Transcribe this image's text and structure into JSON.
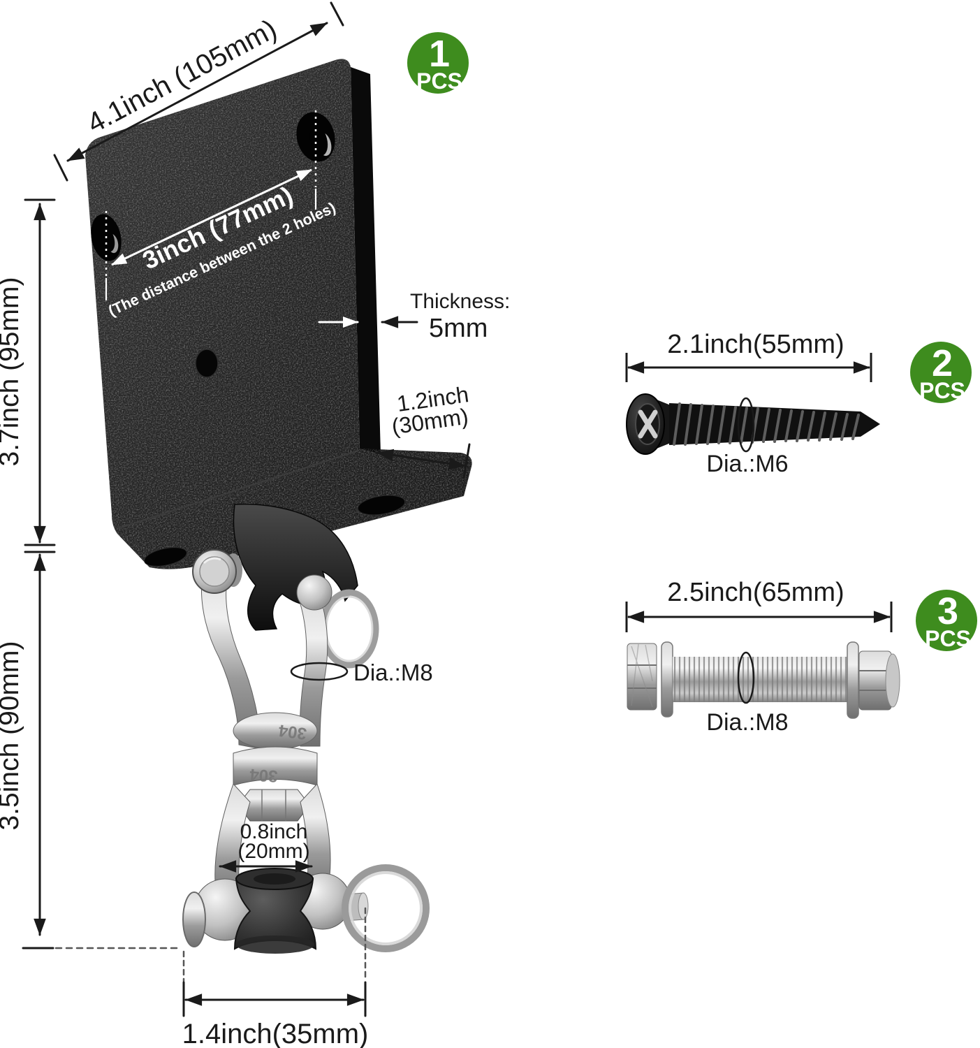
{
  "badges": {
    "bracket": {
      "count": "1",
      "unit": "PCS"
    },
    "screw": {
      "count": "2",
      "unit": "PCS"
    },
    "bolt": {
      "count": "3",
      "unit": "PCS"
    }
  },
  "bracket": {
    "dim_width": "4.1inch (105mm)",
    "dim_hole_distance": "3inch (77mm)",
    "dim_hole_note": "(The distance between the 2 holes)",
    "dim_height_upper": "3.7inch (95mm)",
    "dim_height_lower": "3.5inch (90mm)",
    "thickness_label": "Thickness:",
    "thickness_value": "5mm",
    "dim_flange_line1": "1.2inch",
    "dim_flange_line2": "(30mm)"
  },
  "swivel": {
    "dia_label": "Dia.:M8",
    "stamp": "304",
    "dim_inner_line1": "0.8inch",
    "dim_inner_line2": "(20mm)",
    "dim_pulley_width": "1.4inch(35mm)"
  },
  "screw": {
    "dim_length": "2.1inch(55mm)",
    "dia_label": "Dia.:M6"
  },
  "bolt": {
    "dim_length": "2.5inch(65mm)",
    "dia_label": "Dia.:M8"
  },
  "colors": {
    "badge_green": "#3e8c1e",
    "annotation_black": "#1a1a1a",
    "plate_black": "#232323",
    "steel_gray": "#c0c0c0"
  }
}
